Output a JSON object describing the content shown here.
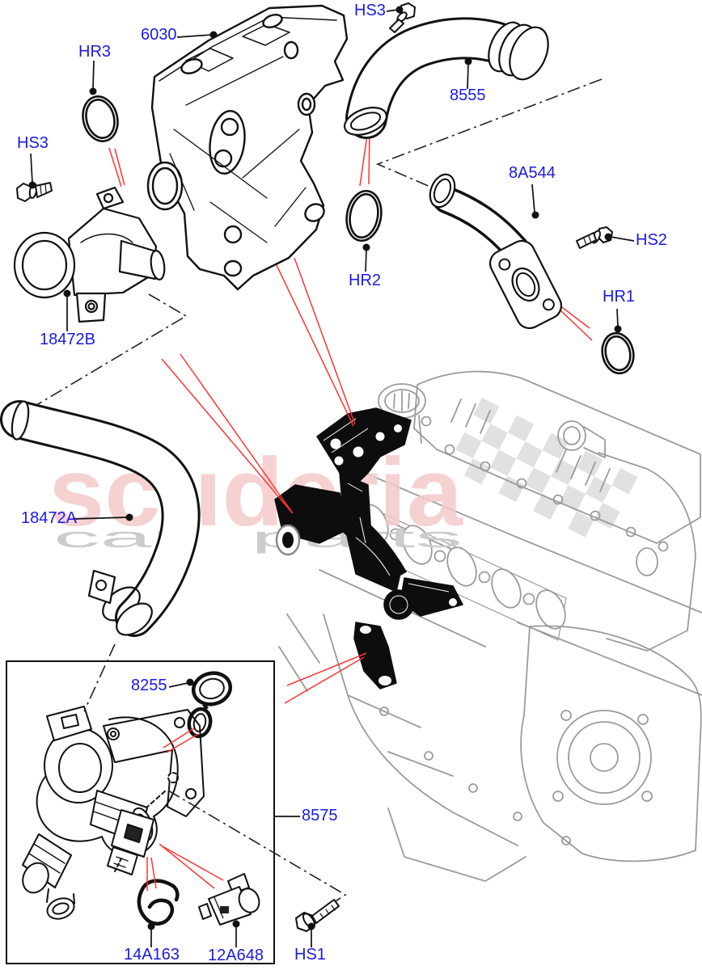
{
  "watermark": {
    "brand": "scuderia",
    "tagline_word1": "car",
    "tagline_word2": "parts",
    "brand_color": "#f5c9c9",
    "tagline_color": "#cccccc"
  },
  "part_labels": {
    "bracket": "6030",
    "oring_upper": "HR3",
    "bolt_upper_left": "HS3",
    "bolt_upper_right": "HS3",
    "hose_upper": "8555",
    "pipe_lower": "8A544",
    "bolt_right": "HS2",
    "oring_right": "HR1",
    "oring_center": "HR2",
    "thermostat_outlet": "18472B",
    "hose_lower": "18472A",
    "gasket": "8255",
    "water_pump": "8575",
    "clamp": "14A163",
    "sensor": "12A648",
    "bolt_bottom": "HS1"
  },
  "colors": {
    "label_blue": "#1a1ae6",
    "leader_red": "#ff3333",
    "part_line": "#111111",
    "engine_gray": "#9b9b9b",
    "checker_gray": "#c4c4c4"
  }
}
